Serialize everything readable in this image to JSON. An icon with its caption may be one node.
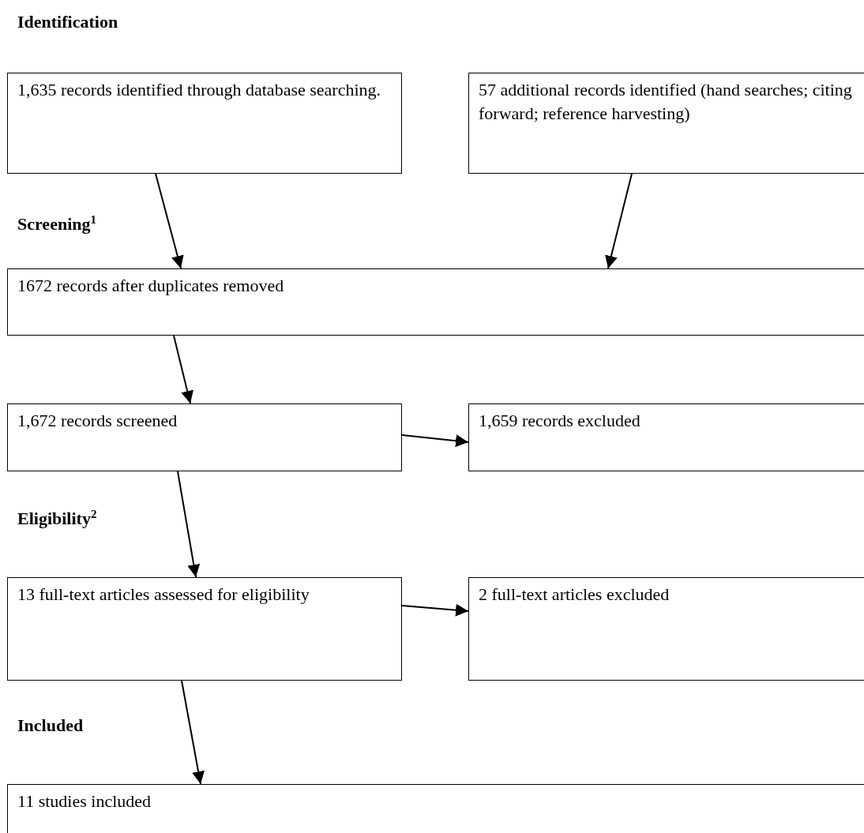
{
  "diagram": {
    "nodes": [
      {
        "text": [
          "1,635 records identified through database searching."
        ]
      },
      {
        "text": [
          "57 additional records identified (hand searches; citing forward; reference harvesting)"
        ]
      },
      {
        "text": [
          "1672 records after duplicates removed"
        ]
      },
      {
        "text": [
          "1,672 records screened"
        ]
      },
      {
        "text": [
          "1,659 records excluded"
        ]
      },
      {
        "text": [
          "13 full-text articles assessed for eligibility"
        ]
      },
      {
        "text": [
          "2 full-text articles excluded"
        ]
      },
      {
        "text": [
          "11 studies included"
        ]
      }
    ],
    "edges": [
      {
        "from": 0,
        "to": 2,
        "arrow": "to"
      },
      {
        "from": 1,
        "to": 2,
        "arrow": "to"
      },
      {
        "from": 2,
        "to": 3,
        "arrow": "to"
      },
      {
        "from": 3,
        "to": 4,
        "arrow": "to"
      },
      {
        "from": 3,
        "to": 5,
        "arrow": "to"
      },
      {
        "from": 5,
        "to": 6,
        "arrow": "to"
      },
      {
        "from": 5,
        "to": 7,
        "arrow": "to"
      }
    ],
    "labels": [
      "Identification",
      "Screening$^{1}$",
      "Eligibility$^{2}$",
      "Included"
    ]
  }
}
